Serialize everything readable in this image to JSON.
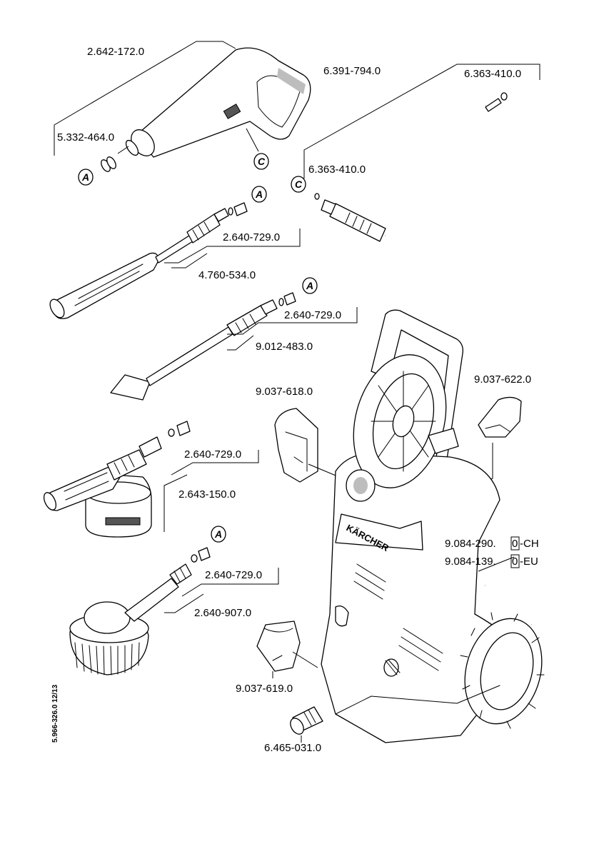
{
  "diagram": {
    "doc_code": "5.966-326.0  12/13",
    "parts": {
      "trigger_gun": "2.642-172.0",
      "gun_fitting": "5.332-464.0",
      "hose": "6.391-794.0",
      "o_ring_top": "6.363-410.0",
      "o_ring_mid": "6.363-410.0",
      "adapter_vario": "2.640-729.0",
      "vario_lance": "4.760-534.0",
      "adapter_dirt": "2.640-729.0",
      "dirt_blaster": "9.012-483.0",
      "adapter_foam": "2.640-729.0",
      "foam_nozzle": "2.643-150.0",
      "adapter_brush": "2.640-729.0",
      "wash_brush": "2.640-907.0",
      "holder_618": "9.037-618.0",
      "holder_622": "9.037-622.0",
      "machine_ch_code": "9.084-290.",
      "machine_ch_digit": "0",
      "machine_ch_suffix": "-CH",
      "machine_eu_code": "9.084-139.",
      "machine_eu_digit": "0",
      "machine_eu_suffix": "-EU",
      "holder_619": "9.037-619.0",
      "water_coupling": "6.465-031.0"
    },
    "badges": {
      "a": "A",
      "c": "C"
    },
    "brand_text": "KÄRCHER"
  }
}
